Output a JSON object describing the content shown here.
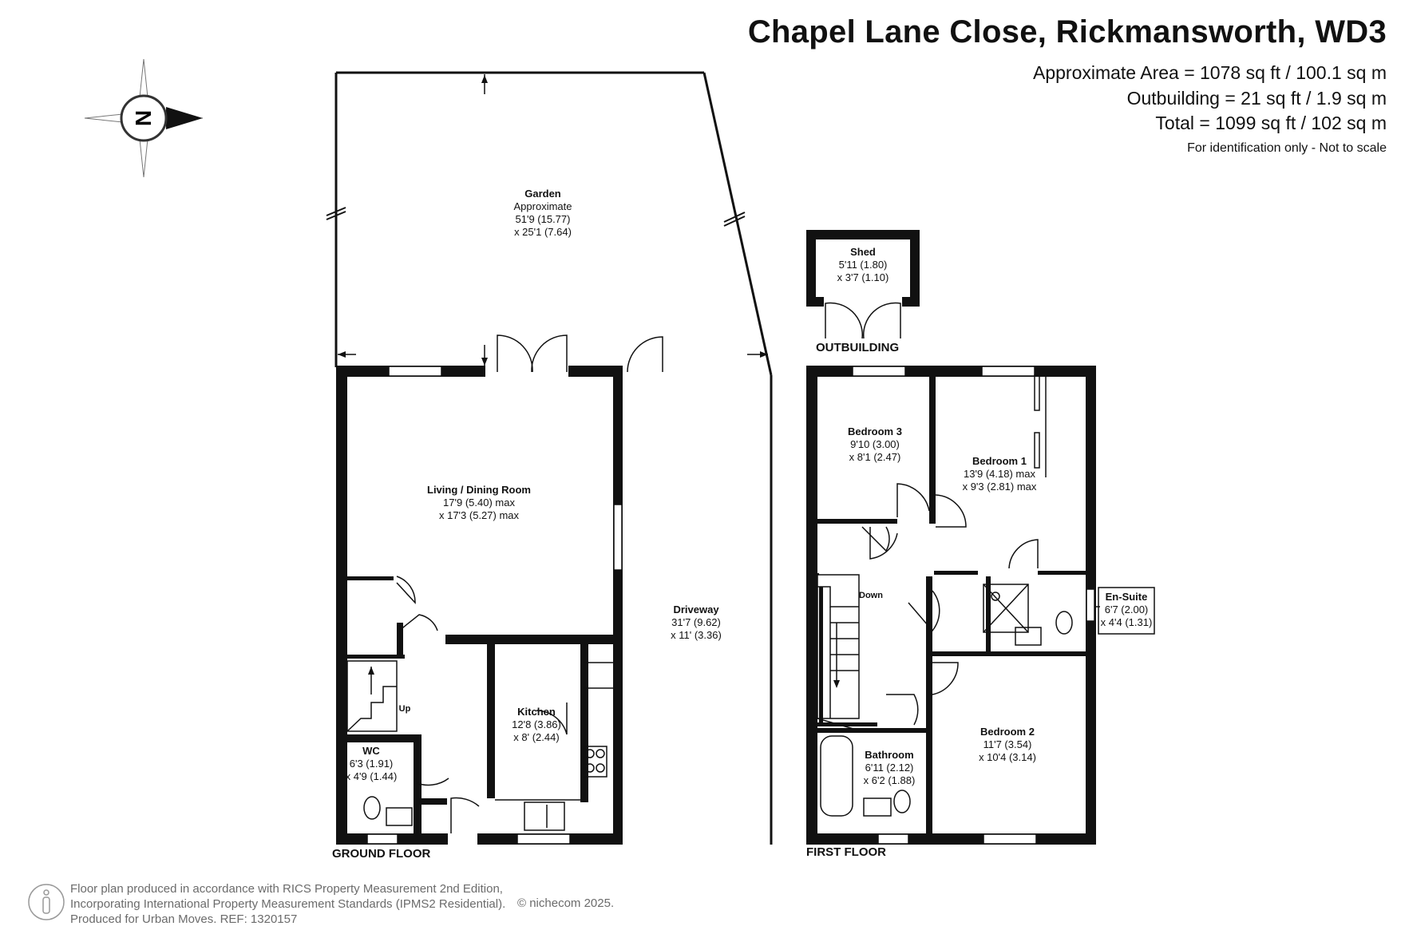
{
  "header": {
    "title": "Chapel Lane Close, Rickmansworth, WD3",
    "approx_area": "Approximate Area = 1078 sq ft / 100.1 sq m",
    "outbuilding_area": "Outbuilding = 21 sq ft / 1.9 sq m",
    "total_area": "Total = 1099 sq ft / 102 sq m",
    "note": "For identification only - Not to scale"
  },
  "compass": {
    "label": "N",
    "icon": "compass-rose-icon"
  },
  "floors": {
    "ground": "GROUND FLOOR",
    "first": "FIRST FLOOR",
    "outbuilding": "OUTBUILDING"
  },
  "rooms": {
    "garden": {
      "name": "Garden",
      "l1": "Approximate",
      "l2": "51'9 (15.77)",
      "l3": "x 25'1 (7.64)"
    },
    "living": {
      "name": "Living / Dining Room",
      "l1": "17'9 (5.40) max",
      "l2": "x 17'3 (5.27) max"
    },
    "driveway": {
      "name": "Driveway",
      "l1": "31'7 (9.62)",
      "l2": "x 11' (3.36)"
    },
    "kitchen": {
      "name": "Kitchen",
      "l1": "12'8 (3.86)",
      "l2": "x 8' (2.44)"
    },
    "wc": {
      "name": "WC",
      "l1": "6'3 (1.91)",
      "l2": "x 4'9 (1.44)"
    },
    "shed": {
      "name": "Shed",
      "l1": "5'11 (1.80)",
      "l2": "x 3'7 (1.10)"
    },
    "bedroom3": {
      "name": "Bedroom 3",
      "l1": "9'10 (3.00)",
      "l2": "x 8'1 (2.47)"
    },
    "bedroom1": {
      "name": "Bedroom 1",
      "l1": "13'9 (4.18) max",
      "l2": "x 9'3 (2.81) max"
    },
    "ensuite": {
      "name": "En-Suite",
      "l1": "6'7 (2.00)",
      "l2": "x 4'4 (1.31)"
    },
    "bedroom2": {
      "name": "Bedroom 2",
      "l1": "11'7 (3.54)",
      "l2": "x 10'4 (3.14)"
    },
    "bathroom": {
      "name": "Bathroom",
      "l1": "6'11 (2.12)",
      "l2": "x 6'2 (1.88)"
    }
  },
  "stairs": {
    "up": "Up",
    "down": "Down"
  },
  "footer": {
    "line1": "Floor plan produced in accordance with RICS Property Measurement 2nd Edition,",
    "line2": "Incorporating International Property Measurement Standards (IPMS2 Residential).",
    "line3": "Produced for Urban Moves.   REF: 1320157",
    "copyright": "© nichecom 2025.",
    "logo_icon": "person-logo-icon"
  }
}
